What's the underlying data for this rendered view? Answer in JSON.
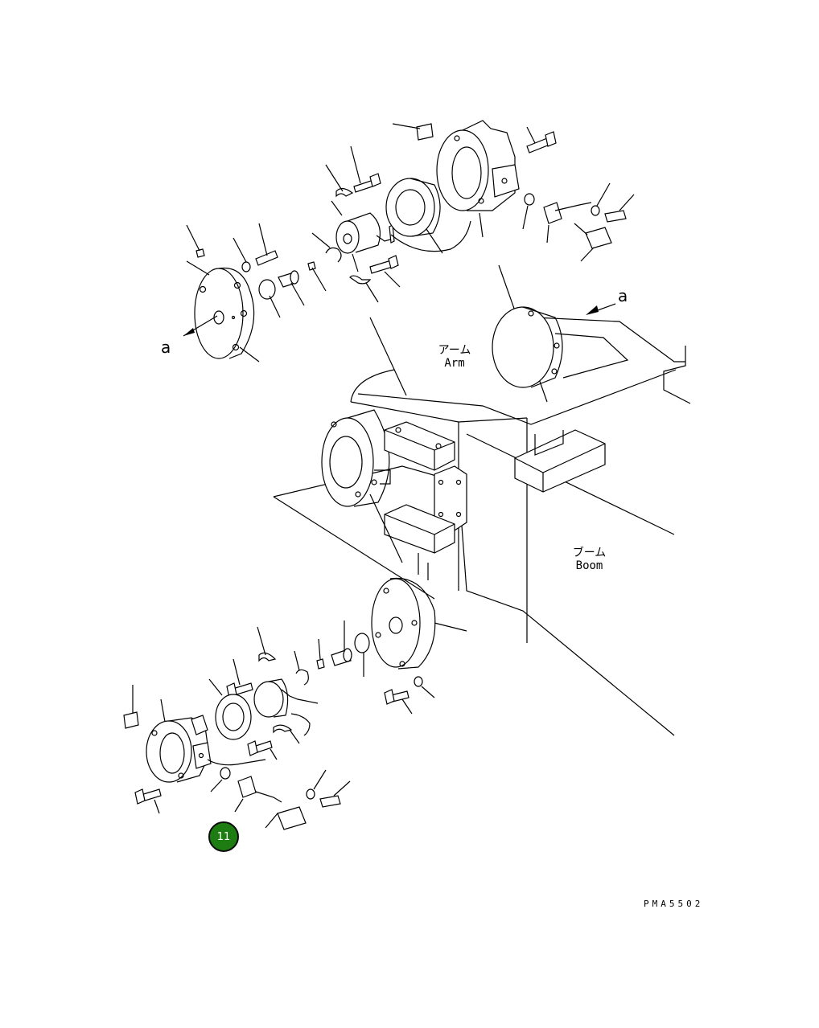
{
  "labels": {
    "arm_jp": "アーム",
    "arm_en": "Arm",
    "boom_jp": "ブーム",
    "boom_en": "Boom",
    "view_a_top": "a",
    "view_a_left": "a"
  },
  "drawing_code": "PMA5502",
  "callout": {
    "number": "11",
    "color": "#1e7d12"
  }
}
